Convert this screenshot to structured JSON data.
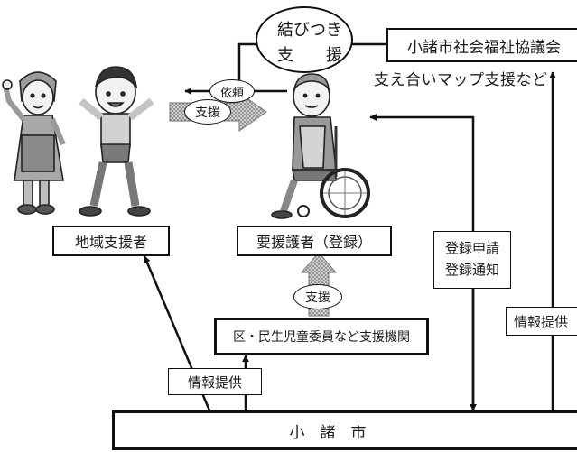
{
  "nodes": {
    "bond_support_line1": "結びつき",
    "bond_support_line2": "支　　援",
    "council": "小諸市社会福祉協議会",
    "mutual_map": "支え合いマップ支援など",
    "request": "依頼",
    "support_arrow": "支援",
    "community_supporters": "地域支援者",
    "person_needing_support": "要援護者（登録）",
    "registration_line1": "登録申請",
    "registration_line2": "登録通知",
    "support_up": "支援",
    "agencies": "区・民生児童委員など支援機関",
    "info_right": "情報提供",
    "info_left": "情報提供",
    "city": "小　諸　市"
  },
  "colors": {
    "line": "#111111",
    "figure_fill": "#a8a8a8",
    "figure_dark": "#555555",
    "shaded_arrow": "#8c8c8c"
  },
  "icons": [
    "mother-figure-icon",
    "child-figure-icon",
    "wheelchair-user-icon"
  ]
}
